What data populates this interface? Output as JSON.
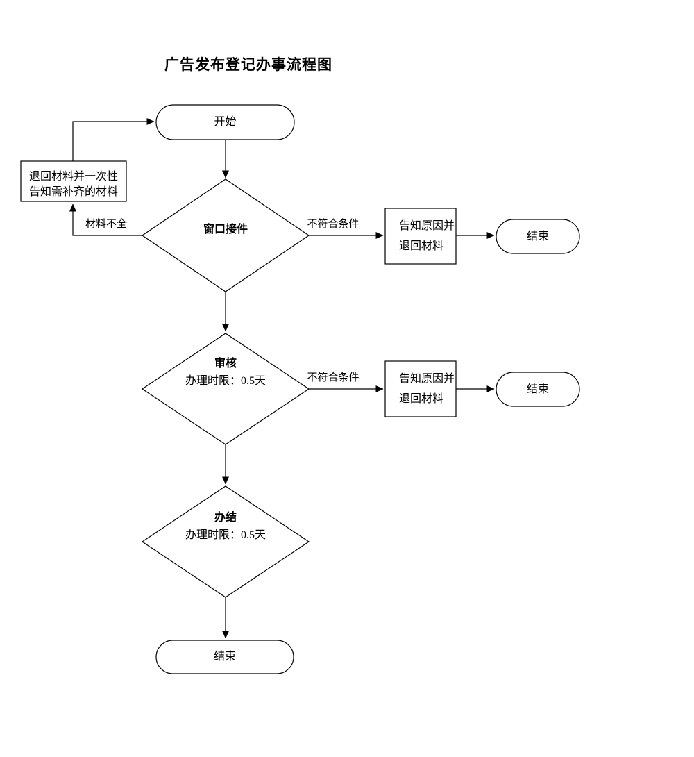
{
  "title": "广告发布登记办事流程图",
  "colors": {
    "stroke": "#000000",
    "background": "#ffffff",
    "text": "#000000"
  },
  "nodes": {
    "start": {
      "label": "开始"
    },
    "supplement_box": {
      "line1": "退回材料并一次性",
      "line2": "告知需补齐的材料"
    },
    "window_accept": {
      "label": "窗口接件"
    },
    "reject_box_1": {
      "line1": "告知原因并",
      "line2": "退回材料"
    },
    "end_1": {
      "label": "结束"
    },
    "review": {
      "label": "审核",
      "sublabel": "办理时限：0.5天"
    },
    "reject_box_2": {
      "line1": "告知原因并",
      "line2": "退回材料"
    },
    "end_2": {
      "label": "结束"
    },
    "complete": {
      "label": "办结",
      "sublabel": "办理时限：0.5天"
    },
    "end_final": {
      "label": "结束"
    }
  },
  "edge_labels": {
    "materials_incomplete": "材料不全",
    "not_meet_conditions_1": "不符合条件",
    "not_meet_conditions_2": "不符合条件"
  }
}
